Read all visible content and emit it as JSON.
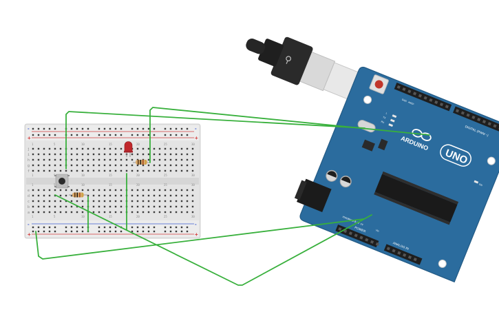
{
  "breadboard": {
    "rail_plus": "+",
    "rail_minus": "-",
    "rows_top": [
      "j",
      "i",
      "h",
      "g",
      "f"
    ],
    "rows_bottom": [
      "e",
      "d",
      "c",
      "b",
      "a"
    ],
    "columns": 30,
    "colors": {
      "body": "#e4e4e4",
      "rail_red": "#d23b3b",
      "rail_blue": "#3b5bd2",
      "hole": "#3a3a3a"
    }
  },
  "arduino": {
    "brand": "ARDUINO",
    "model": "UNO",
    "digital_label": "DIGITAL (PWM ~)",
    "power_label": "POWER",
    "analog_label": "ANALOG IN",
    "aref": "AREF",
    "gnd": "GND",
    "on": "ON",
    "tx": "TX",
    "rx": "RX",
    "l": "L",
    "ioref": "IOREF",
    "reset": "RESET",
    "v33": "3.3V",
    "v5": "5V",
    "vin": "Vin",
    "colors": {
      "board": "#2b6c9e",
      "header": "#1e1e1e",
      "chip": "#1a1a1a"
    }
  },
  "wires": {
    "color": "#38b03c"
  },
  "components": {
    "led_color": "#c0282c",
    "resistor_color": "#d8a86a"
  }
}
